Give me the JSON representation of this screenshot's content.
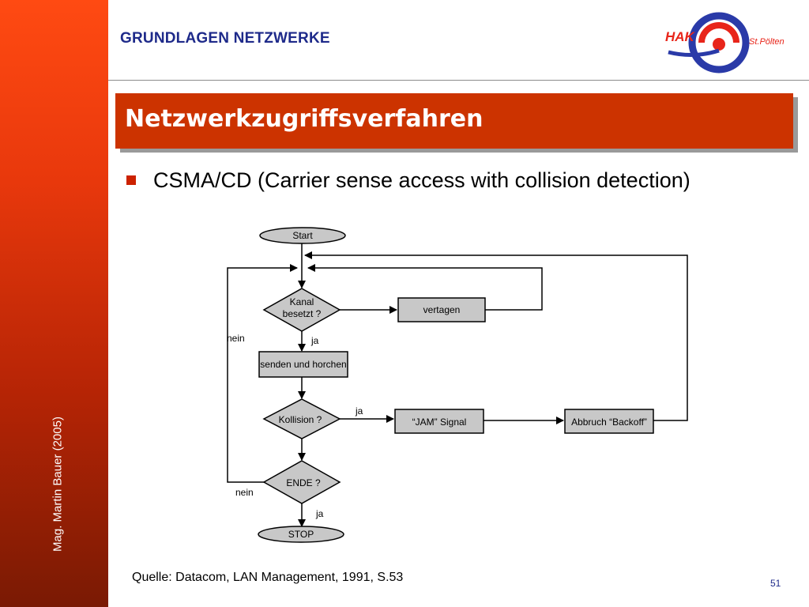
{
  "sidebar": {
    "author": "Mag. Martin Bauer (2005)"
  },
  "header": {
    "title": "GRUNDLAGEN NETZWERKE",
    "logo_left": "HAK",
    "logo_right": "St.Pölten"
  },
  "slide": {
    "title": "Netzwerkzugriffsverfahren",
    "bullet": "CSMA/CD (Carrier sense access with collision detection)",
    "source": "Quelle: Datacom, LAN Management, 1991, S.53",
    "page_number": "51"
  },
  "flowchart": {
    "start": "Start",
    "decision_channel_line1": "Kanal",
    "decision_channel_line2": "besetzt ?",
    "defer": "vertagen",
    "send_listen": "senden und horchen",
    "decision_collision": "Kollision ?",
    "jam": "“JAM” Signal",
    "backoff": "Abbruch “Backoff”",
    "decision_end": "ENDE ?",
    "stop": "STOP",
    "label_no_1": "nein",
    "label_yes_1": "ja",
    "label_yes_2": "ja",
    "label_no_2": "nein",
    "label_yes_3": "ja"
  },
  "colors": {
    "accent": "#cc3300",
    "header_text": "#1e2a8a",
    "shape_fill": "#c8c8c8"
  }
}
